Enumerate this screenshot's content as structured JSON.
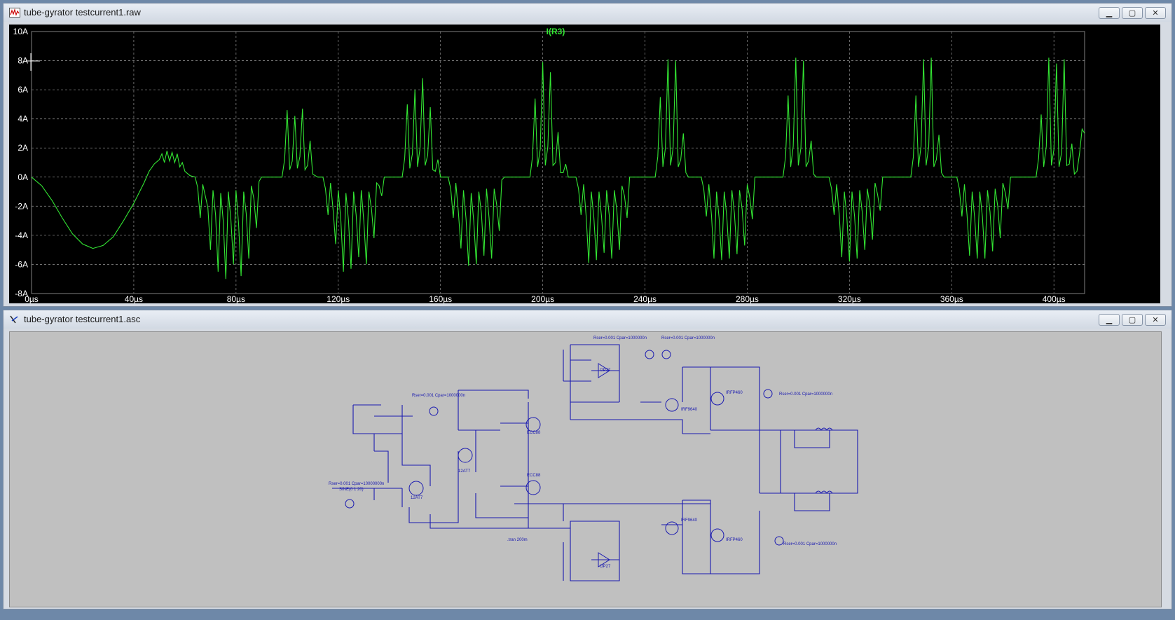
{
  "waveform_window": {
    "title": "tube-gyrator testcurrent1.raw",
    "icon": "waveform-viewer-icon",
    "buttons": {
      "minimize": "▁",
      "maximize": "▢",
      "close": "✕"
    }
  },
  "schematic_window": {
    "title": "tube-gyrator testcurrent1.asc",
    "icon": "schematic-editor-icon",
    "buttons": {
      "minimize": "▁",
      "maximize": "▢",
      "close": "✕"
    },
    "labels": {
      "v_sources": "Rser=0.001 Cpar=1000000n",
      "v_source_left": "Rser=0.001 Cpar=10000000n",
      "sine": "SINE(0 1 20)",
      "tran": ".tran 200m",
      "tubes": [
        "12AT7",
        "12AT7",
        "ECC88",
        "ECC88"
      ],
      "mosfets": [
        "IRF9640",
        "IRF9640",
        "IRFP460",
        "IRFP460"
      ],
      "opamps": [
        "OP27",
        "OP27"
      ]
    }
  },
  "chart_data": {
    "type": "line",
    "title": "I(R3)",
    "xlabel": "",
    "ylabel": "",
    "x_ticks": [
      "0µs",
      "40µs",
      "80µs",
      "120µs",
      "160µs",
      "200µs",
      "240µs",
      "280µs",
      "320µs",
      "360µs",
      "400µs"
    ],
    "y_ticks": [
      "10A",
      "8A",
      "6A",
      "4A",
      "2A",
      "0A",
      "-2A",
      "-4A",
      "-6A",
      "-8A"
    ],
    "xlim": [
      0,
      412
    ],
    "ylim": [
      -8,
      10
    ],
    "grid": true,
    "colors": {
      "trace": "#33e633",
      "background": "#000000",
      "grid": "#808080",
      "axis_text": "#ffffff"
    },
    "series": [
      {
        "name": "I(R3)",
        "points": [
          [
            0,
            0
          ],
          [
            4,
            -0.6
          ],
          [
            8,
            -1.6
          ],
          [
            12,
            -2.8
          ],
          [
            16,
            -3.9
          ],
          [
            20,
            -4.6
          ],
          [
            24,
            -4.9
          ],
          [
            28,
            -4.7
          ],
          [
            32,
            -4.1
          ],
          [
            36,
            -3.0
          ],
          [
            40,
            -1.8
          ],
          [
            44,
            -0.4
          ],
          [
            46,
            0.4
          ],
          [
            48,
            0.9
          ],
          [
            50,
            1.2
          ],
          [
            51,
            1.6
          ],
          [
            52,
            1.0
          ],
          [
            53,
            1.8
          ],
          [
            54,
            1.1
          ],
          [
            55,
            1.7
          ],
          [
            56,
            1.0
          ],
          [
            57,
            1.6
          ],
          [
            58,
            0.7
          ],
          [
            59,
            1.0
          ],
          [
            60,
            0.4
          ],
          [
            62,
            0.1
          ],
          [
            64,
            0
          ],
          [
            65,
            -0.7
          ],
          [
            66,
            -2.8
          ],
          [
            67,
            -0.5
          ],
          [
            69,
            -2.1
          ],
          [
            70,
            -5.0
          ],
          [
            71,
            -0.9
          ],
          [
            72,
            -2.6
          ],
          [
            73,
            -6.5
          ],
          [
            74,
            -1.1
          ],
          [
            75,
            -3.0
          ],
          [
            76,
            -7.0
          ],
          [
            77,
            -1.0
          ],
          [
            78,
            -2.9
          ],
          [
            79,
            -6.0
          ],
          [
            80,
            -0.9
          ],
          [
            81,
            -3.2
          ],
          [
            82,
            -6.8
          ],
          [
            83,
            -1.0
          ],
          [
            84,
            -2.5
          ],
          [
            85,
            -5.6
          ],
          [
            86,
            -0.6
          ],
          [
            87,
            -1.5
          ],
          [
            88,
            -3.5
          ],
          [
            89,
            -0.3
          ],
          [
            90,
            0
          ],
          [
            98,
            0
          ],
          [
            99,
            1.2
          ],
          [
            100,
            4.6
          ],
          [
            101,
            0.5
          ],
          [
            102,
            1.1
          ],
          [
            103,
            4.2
          ],
          [
            104,
            0.6
          ],
          [
            105,
            1.4
          ],
          [
            106,
            4.7
          ],
          [
            107,
            0.5
          ],
          [
            108,
            0.8
          ],
          [
            109,
            2.5
          ],
          [
            110,
            0.2
          ],
          [
            112,
            0
          ],
          [
            114,
            0
          ],
          [
            115,
            -0.8
          ],
          [
            116,
            -2.6
          ],
          [
            117,
            -0.4
          ],
          [
            118,
            -2.3
          ],
          [
            119,
            -4.6
          ],
          [
            120,
            -0.9
          ],
          [
            121,
            -2.9
          ],
          [
            122,
            -6.5
          ],
          [
            123,
            -1.1
          ],
          [
            124,
            -3.0
          ],
          [
            125,
            -6.3
          ],
          [
            126,
            -1.0
          ],
          [
            127,
            -2.6
          ],
          [
            128,
            -5.5
          ],
          [
            129,
            -0.9
          ],
          [
            130,
            -3.0
          ],
          [
            131,
            -6.0
          ],
          [
            132,
            -1.0
          ],
          [
            133,
            -2.2
          ],
          [
            134,
            -4.2
          ],
          [
            135,
            -0.4
          ],
          [
            136,
            -0.6
          ],
          [
            137,
            -1.3
          ],
          [
            138,
            0
          ],
          [
            145,
            0
          ],
          [
            146,
            1.3
          ],
          [
            147,
            5.0
          ],
          [
            148,
            0.6
          ],
          [
            149,
            1.6
          ],
          [
            150,
            6.0
          ],
          [
            151,
            0.7
          ],
          [
            152,
            2.0
          ],
          [
            153,
            6.8
          ],
          [
            154,
            0.8
          ],
          [
            155,
            1.5
          ],
          [
            156,
            4.8
          ],
          [
            157,
            0.5
          ],
          [
            158,
            0.4
          ],
          [
            159,
            1.2
          ],
          [
            160,
            0
          ],
          [
            163,
            0
          ],
          [
            164,
            -0.8
          ],
          [
            165,
            -2.8
          ],
          [
            166,
            -0.4
          ],
          [
            167,
            -2.4
          ],
          [
            168,
            -4.9
          ],
          [
            169,
            -0.9
          ],
          [
            170,
            -2.9
          ],
          [
            171,
            -6.1
          ],
          [
            172,
            -1.1
          ],
          [
            173,
            -3.0
          ],
          [
            174,
            -6.0
          ],
          [
            175,
            -1.0
          ],
          [
            176,
            -2.5
          ],
          [
            177,
            -5.4
          ],
          [
            178,
            -0.8
          ],
          [
            179,
            -2.8
          ],
          [
            180,
            -5.6
          ],
          [
            181,
            -0.8
          ],
          [
            182,
            -1.9
          ],
          [
            183,
            -3.7
          ],
          [
            184,
            -0.2
          ],
          [
            185,
            0
          ],
          [
            195,
            0
          ],
          [
            196,
            1.4
          ],
          [
            197,
            5.4
          ],
          [
            198,
            0.7
          ],
          [
            199,
            1.9
          ],
          [
            200,
            7.9
          ],
          [
            201,
            0.8
          ],
          [
            202,
            2.1
          ],
          [
            203,
            7.2
          ],
          [
            204,
            0.8
          ],
          [
            205,
            1.0
          ],
          [
            206,
            3.1
          ],
          [
            207,
            0.3
          ],
          [
            208,
            0.3
          ],
          [
            209,
            0.9
          ],
          [
            210,
            0
          ],
          [
            213,
            0
          ],
          [
            214,
            -0.8
          ],
          [
            215,
            -2.6
          ],
          [
            216,
            -0.5
          ],
          [
            217,
            -2.7
          ],
          [
            218,
            -5.9
          ],
          [
            219,
            -1.0
          ],
          [
            220,
            -2.8
          ],
          [
            221,
            -5.7
          ],
          [
            222,
            -1.0
          ],
          [
            223,
            -2.7
          ],
          [
            224,
            -5.2
          ],
          [
            225,
            -0.9
          ],
          [
            226,
            -2.6
          ],
          [
            227,
            -5.6
          ],
          [
            228,
            -0.9
          ],
          [
            229,
            -2.3
          ],
          [
            230,
            -5.0
          ],
          [
            231,
            -0.6
          ],
          [
            232,
            -1.3
          ],
          [
            233,
            -2.8
          ],
          [
            234,
            0
          ],
          [
            244,
            0
          ],
          [
            245,
            1.4
          ],
          [
            246,
            5.5
          ],
          [
            247,
            0.7
          ],
          [
            248,
            2.0
          ],
          [
            249,
            8.1
          ],
          [
            250,
            0.8
          ],
          [
            251,
            2.0
          ],
          [
            252,
            8.0
          ],
          [
            253,
            0.7
          ],
          [
            254,
            1.2
          ],
          [
            255,
            3.0
          ],
          [
            256,
            0.3
          ],
          [
            257,
            0
          ],
          [
            262,
            0
          ],
          [
            263,
            -0.8
          ],
          [
            264,
            -2.7
          ],
          [
            265,
            -0.5
          ],
          [
            266,
            -2.6
          ],
          [
            267,
            -5.6
          ],
          [
            268,
            -1.0
          ],
          [
            269,
            -2.8
          ],
          [
            270,
            -5.7
          ],
          [
            271,
            -1.0
          ],
          [
            272,
            -2.7
          ],
          [
            273,
            -5.6
          ],
          [
            274,
            -0.9
          ],
          [
            275,
            -2.5
          ],
          [
            276,
            -5.3
          ],
          [
            277,
            -0.9
          ],
          [
            278,
            -2.2
          ],
          [
            279,
            -4.7
          ],
          [
            280,
            -0.5
          ],
          [
            281,
            -1.4
          ],
          [
            282,
            -2.9
          ],
          [
            283,
            0
          ],
          [
            294,
            0
          ],
          [
            295,
            1.4
          ],
          [
            296,
            5.6
          ],
          [
            297,
            0.7
          ],
          [
            298,
            2.1
          ],
          [
            299,
            8.2
          ],
          [
            300,
            0.8
          ],
          [
            301,
            2.0
          ],
          [
            302,
            8.0
          ],
          [
            303,
            0.7
          ],
          [
            304,
            1.1
          ],
          [
            305,
            2.5
          ],
          [
            306,
            0.2
          ],
          [
            307,
            0
          ],
          [
            312,
            0
          ],
          [
            313,
            -0.8
          ],
          [
            314,
            -2.6
          ],
          [
            315,
            -0.5
          ],
          [
            316,
            -2.6
          ],
          [
            317,
            -5.5
          ],
          [
            318,
            -1.0
          ],
          [
            319,
            -2.8
          ],
          [
            320,
            -5.8
          ],
          [
            321,
            -1.0
          ],
          [
            322,
            -2.7
          ],
          [
            323,
            -5.6
          ],
          [
            324,
            -0.9
          ],
          [
            325,
            -2.4
          ],
          [
            326,
            -5.0
          ],
          [
            327,
            -0.8
          ],
          [
            328,
            -2.0
          ],
          [
            329,
            -4.3
          ],
          [
            330,
            -0.4
          ],
          [
            331,
            -1.2
          ],
          [
            332,
            -2.3
          ],
          [
            333,
            0
          ],
          [
            344,
            0
          ],
          [
            345,
            1.4
          ],
          [
            346,
            5.6
          ],
          [
            347,
            0.7
          ],
          [
            348,
            2.1
          ],
          [
            349,
            8.1
          ],
          [
            350,
            0.8
          ],
          [
            351,
            2.1
          ],
          [
            352,
            8.2
          ],
          [
            353,
            0.7
          ],
          [
            354,
            1.2
          ],
          [
            355,
            2.9
          ],
          [
            356,
            0.3
          ],
          [
            357,
            0
          ],
          [
            362,
            0
          ],
          [
            363,
            -0.8
          ],
          [
            364,
            -2.7
          ],
          [
            365,
            -0.5
          ],
          [
            366,
            -2.6
          ],
          [
            367,
            -5.4
          ],
          [
            368,
            -1.0
          ],
          [
            369,
            -2.8
          ],
          [
            370,
            -5.6
          ],
          [
            371,
            -1.0
          ],
          [
            372,
            -2.7
          ],
          [
            373,
            -5.6
          ],
          [
            374,
            -0.9
          ],
          [
            375,
            -2.4
          ],
          [
            376,
            -5.1
          ],
          [
            377,
            -0.8
          ],
          [
            378,
            -2.0
          ],
          [
            379,
            -4.2
          ],
          [
            380,
            -0.4
          ],
          [
            381,
            -1.1
          ],
          [
            382,
            -2.2
          ],
          [
            383,
            0
          ],
          [
            393,
            0
          ],
          [
            394,
            1.3
          ],
          [
            395,
            4.3
          ],
          [
            396,
            0.7
          ],
          [
            397,
            2.1
          ],
          [
            398,
            8.2
          ],
          [
            399,
            0.8
          ],
          [
            400,
            1.9
          ],
          [
            401,
            7.8
          ],
          [
            402,
            0.7
          ],
          [
            403,
            1.7
          ],
          [
            404,
            8.1
          ],
          [
            405,
            0.8
          ],
          [
            406,
            0.9
          ],
          [
            407,
            2.3
          ],
          [
            408,
            0.2
          ],
          [
            409,
            0.4
          ],
          [
            410,
            1.6
          ],
          [
            411,
            3.3
          ],
          [
            412,
            3.0
          ]
        ]
      }
    ]
  }
}
